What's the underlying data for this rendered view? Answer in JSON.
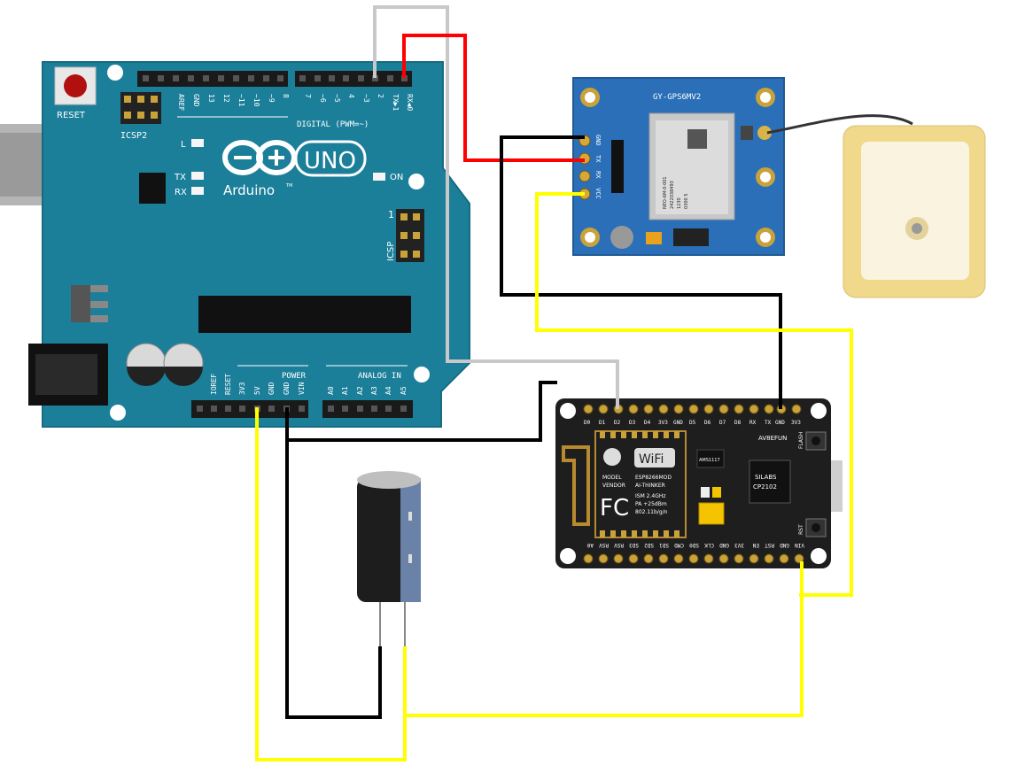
{
  "uno": {
    "reset_label": "RESET",
    "icsp2_label": "ICSP2",
    "icsp_label": "ICSP",
    "icsp_pin1": "1",
    "led_l": "L",
    "led_tx": "TX",
    "led_rx": "RX",
    "led_on": "ON",
    "brand": "Arduino",
    "model": "UNO",
    "tm": "TM",
    "digital_label": "DIGITAL (PWM=~)",
    "power_label": "POWER",
    "analog_label": "ANALOG IN",
    "digital_pins": [
      "AREF",
      "GND",
      "13",
      "12",
      "~11",
      "~10",
      "~9",
      "8",
      "7",
      "~6",
      "~5",
      "4",
      "~3",
      "2",
      "TX▶1",
      "RX◀0"
    ],
    "power_pins": [
      "IOREF",
      "RESET",
      "3V3",
      "5V",
      "GND",
      "GND",
      "VIN"
    ],
    "analog_pins": [
      "A0",
      "A1",
      "A2",
      "A3",
      "A4",
      "A5"
    ]
  },
  "gps": {
    "board_label": "GY-GPS6MV2",
    "pins": [
      "GND",
      "TX",
      "RX",
      "VCC"
    ],
    "module_text": [
      "NEO-6M-0-001",
      "2422038493",
      "1230",
      "0300 5"
    ]
  },
  "nodemcu": {
    "top_pins": [
      "D0",
      "D1",
      "D2",
      "D3",
      "D4",
      "3V3",
      "GND",
      "D5",
      "D6",
      "D7",
      "D8",
      "RX",
      "TX",
      "GND",
      "3V3"
    ],
    "bottom_pins": [
      "A0",
      "RSV",
      "RSV",
      "SD3",
      "SD2",
      "SD1",
      "CMD",
      "SD0",
      "CLK",
      "GND",
      "3V3",
      "EN",
      "RST",
      "GND",
      "VIN"
    ],
    "wifi_logo": "WiFi",
    "fcc_logo": "FC",
    "model_label": "MODEL",
    "vendor_label": "VENDOR",
    "model_value": "ESP8266MOD",
    "vendor_value": "AI-THINKER",
    "ism": "ISM 2.4GHz",
    "pa": "PA +25dBm",
    "protocol": "802.11b/g/n",
    "flash_label": "FLASH",
    "rst_label": "RST",
    "silabs_line1": "SILABS",
    "silabs_line2": "CP2102",
    "regulator": "AMS1117",
    "brand_mark": "AV8EFUN"
  },
  "colors": {
    "board_teal": "#1c7f9a",
    "board_border": "#166b82",
    "gps_blue": "#2a6fb8",
    "nodemcu_black": "#1e1e1e",
    "wire_red": "#ff0000",
    "wire_black": "#000000",
    "wire_yellow": "#ffff00",
    "wire_gray": "#c8c8c8",
    "antenna_gold": "#f0d98a",
    "antenna_patch": "#faf3e0"
  }
}
